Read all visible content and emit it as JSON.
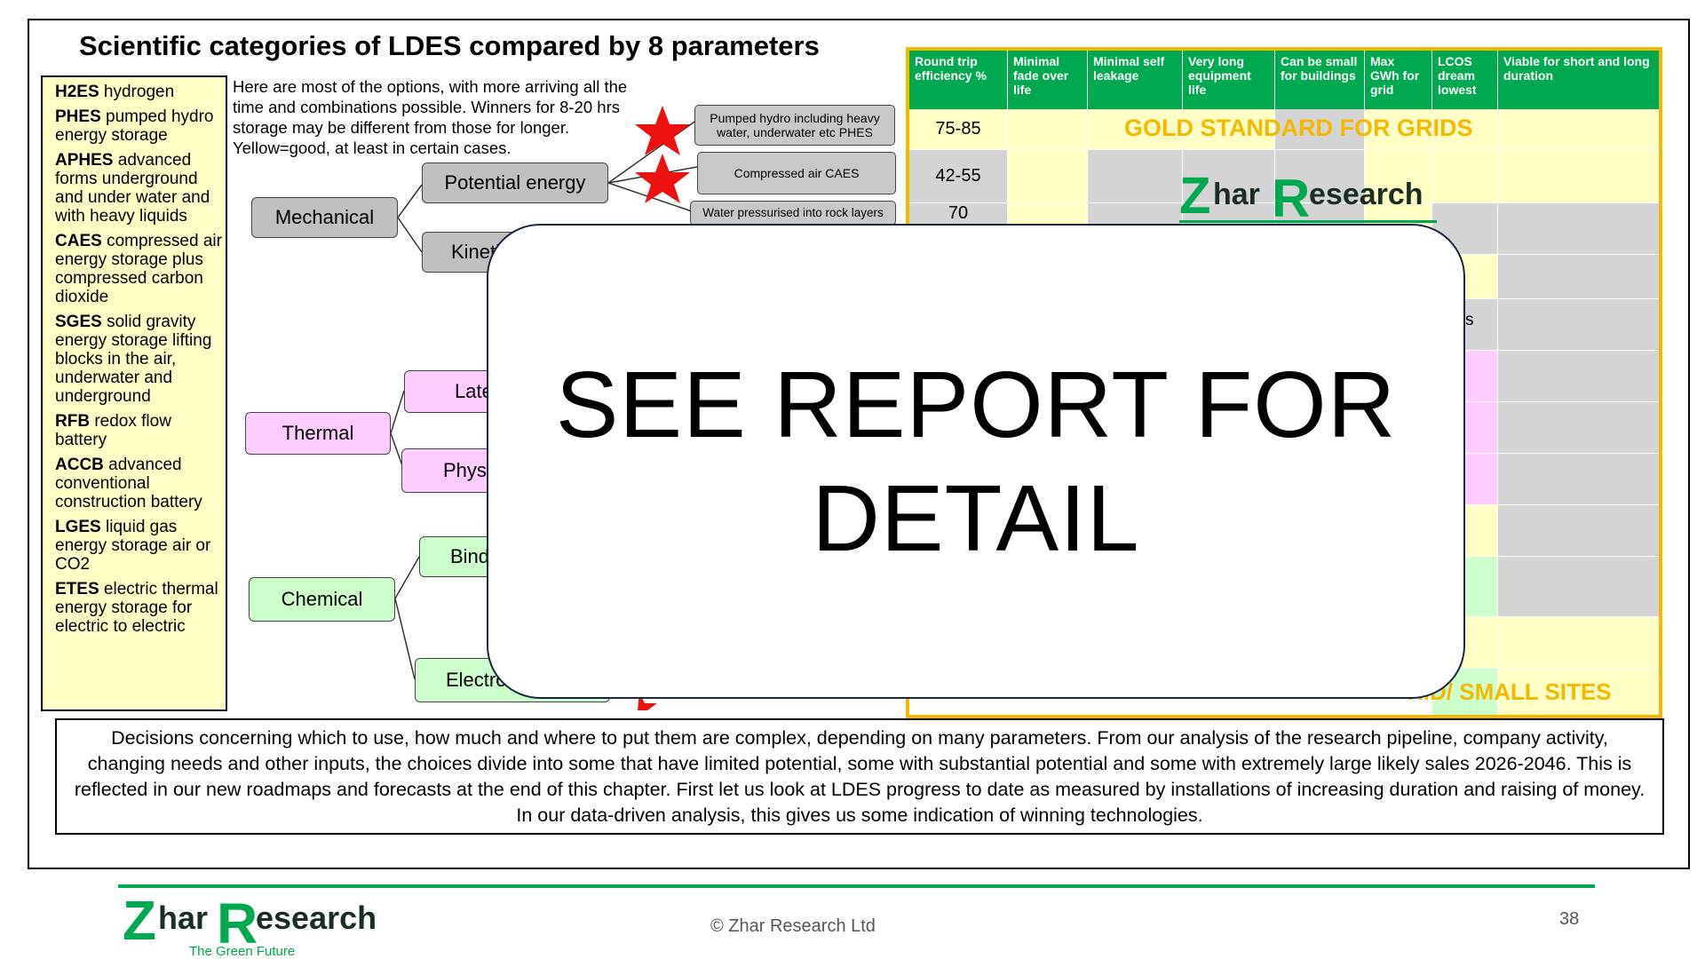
{
  "title": "Scientific categories of LDES compared by 8 parameters",
  "abbreviations": [
    {
      "code": "H2ES",
      "desc": "hydrogen"
    },
    {
      "code": "PHES",
      "desc": "pumped hydro energy storage"
    },
    {
      "code": "APHES",
      "desc": "advanced forms underground and under water and with heavy liquids"
    },
    {
      "code": "CAES",
      "desc": "compressed air energy storage plus compressed carbon dioxide"
    },
    {
      "code": "SGES",
      "desc": "solid gravity energy storage lifting blocks in the air, underwater and underground"
    },
    {
      "code": "RFB",
      "desc": "redox flow battery"
    },
    {
      "code": "ACCB",
      "desc": "advanced conventional construction battery"
    },
    {
      "code": "LGES",
      "desc": "liquid gas energy storage air or CO2"
    },
    {
      "code": "ETES",
      "desc": "electric thermal energy storage for electric to electric"
    }
  ],
  "intro": "Here are most of the options, with more arriving all the time and combinations possible. Winners for 8-20 hrs storage may be different from those for longer. Yellow=good, at least in certain cases.",
  "tree": {
    "mechanical": "Mechanical",
    "potential": "Potential energy",
    "kinetic": "Kineti",
    "thermal": "Thermal",
    "latent": "Late",
    "physical": "Phys",
    "chemical": "Chemical",
    "binding": "Bind",
    "electro": "Electro",
    "leaf_pumped": "Pumped hydro including heavy water, underwater etc PHES",
    "leaf_compressed": "Compressed air CAES",
    "leaf_water": "Water pressurised into rock layers"
  },
  "table": {
    "headers": [
      "Round trip efficiency %",
      "Minimal fade over life",
      "Minimal self leakage",
      "Very long equipment life",
      "Can be small for buildings",
      "Max GWh for grid",
      "LCOS dream lowest",
      "Viable for short and long duration"
    ],
    "row_labels": [
      "75-85",
      "42-55",
      "70"
    ],
    "partial_label": "s",
    "banner_top": "GOLD STANDARD FOR GRIDS",
    "banner_bottom": "RID/ SMALL SITES"
  },
  "logo": {
    "part1": "Z",
    "part2": "har",
    "part3": "R",
    "part4": "esearch",
    "tagline": "The Green Future"
  },
  "overlay": {
    "line1": "SEE REPORT FOR",
    "line2": "DETAIL"
  },
  "decisions": "Decisions concerning which to use, how much and where to put them are complex, depending on many parameters. From our analysis of the research pipeline, company activity, changing needs and other inputs, the choices divide into some that have limited potential, some with substantial potential and some with extremely large likely sales 2026-2046. This is reflected in our new roadmaps and forecasts at the end of this chapter. First let us look at LDES progress to date as measured by installations of increasing duration and raising of money. In our data-driven analysis, this gives us some indication of winning technologies.",
  "footer": {
    "copyright": "© Zhar Research Ltd",
    "page": "38"
  },
  "colors": {
    "green": "#00a84f",
    "gold": "#f5b800",
    "yellow_cell": "#ffffc6",
    "gray_cell": "#d4d4d4",
    "pink_cell": "#ffccff",
    "green_cell": "#ccffcc",
    "star": "#ee1111"
  }
}
